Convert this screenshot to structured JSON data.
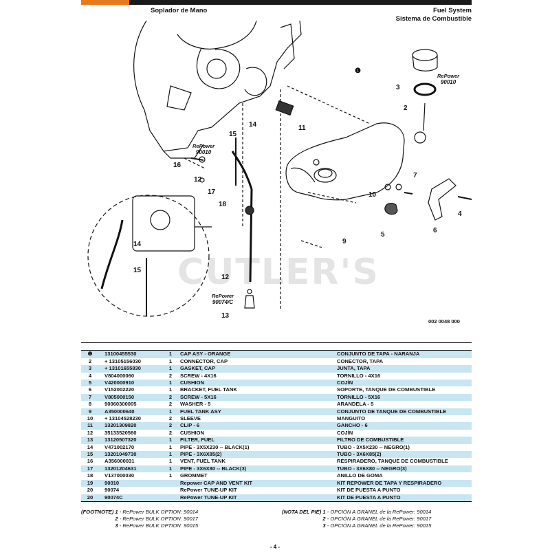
{
  "header": {
    "title_left": "Soplador de Mano",
    "title_right_line1": "Fuel System",
    "title_right_line2": "Sistema de Combustible"
  },
  "diagram": {
    "callouts": {
      "c1": "❶",
      "c2": "2",
      "c3": "3",
      "c4": "4",
      "c5": "5",
      "c6": "6",
      "c7": "7",
      "c9": "9",
      "c10": "10",
      "c11": "11",
      "c12a": "12",
      "c12b": "12",
      "c13": "13",
      "c14a": "14",
      "c14b": "14",
      "c15a": "15",
      "c15b": "15",
      "c16": "16",
      "c17": "17",
      "c18": "18"
    },
    "repower_labels": {
      "rp_brand": "RePower",
      "rp1": "90010",
      "rp2": "90010",
      "rp3": "90074/C"
    },
    "watermark": "CUTLER'S",
    "code": "002 0048 000"
  },
  "parts_table": {
    "rows": [
      {
        "ref": "❶",
        "part": "13100455530",
        "qty": "1",
        "en": "CAP ASY - ORANGE",
        "es": "CONJUNTO DE TAPA - NARANJA"
      },
      {
        "ref": "2",
        "part": "+ 13105156030",
        "qty": "1",
        "en": "CONNECTOR, CAP",
        "es": "CONECTOR, TAPA"
      },
      {
        "ref": "3",
        "part": "+ 13101655830",
        "qty": "1",
        "en": "GASKET, CAP",
        "es": "JUNTA, TAPA"
      },
      {
        "ref": "4",
        "part": "V804000060",
        "qty": "2",
        "en": "SCREW - 4X16",
        "es": "TORNILLO - 4X16"
      },
      {
        "ref": "5",
        "part": "V420000910",
        "qty": "1",
        "en": "CUSHION",
        "es": "COJÍN"
      },
      {
        "ref": "6",
        "part": "V152002220",
        "qty": "1",
        "en": "BRACKET, FUEL TANK",
        "es": "SOPORTE, TANQUE DE COMBUSTIBLE"
      },
      {
        "ref": "7",
        "part": "V805000150",
        "qty": "2",
        "en": "SCREW - 5X16",
        "es": "TORNILLO - 5X16"
      },
      {
        "ref": "8",
        "part": "90060300005",
        "qty": "2",
        "en": "WASHER - 5",
        "es": "ARANDELA - 5"
      },
      {
        "ref": "9",
        "part": "A350000640",
        "qty": "1",
        "en": "FUEL TANK ASY",
        "es": "CONJUNTO DE TANQUE DE COMBUSTIBLE"
      },
      {
        "ref": "10",
        "part": "+ 13104528230",
        "qty": "2",
        "en": "SLEEVE",
        "es": "MANGUITO"
      },
      {
        "ref": "11",
        "part": "13201309820",
        "qty": "2",
        "en": "CLIP - 6",
        "es": "GANCHO - 6"
      },
      {
        "ref": "12",
        "part": "35133520560",
        "qty": "2",
        "en": "CUSHION",
        "es": "COJÍN"
      },
      {
        "ref": "13",
        "part": "13120507320",
        "qty": "1",
        "en": "FILTER, FUEL",
        "es": "FILTRO DE COMBUSTIBLE"
      },
      {
        "ref": "14",
        "part": "V471002170",
        "qty": "1",
        "en": "PIPE - 3X5X230 -- BLACK(1)",
        "es": "TUBO - 3X5X230 -- NEGRO(1)"
      },
      {
        "ref": "15",
        "part": "13201049730",
        "qty": "1",
        "en": "PIPE - 3X6X85(2)",
        "es": "TUBO - 3X6X85(2)"
      },
      {
        "ref": "16",
        "part": "A356000031",
        "qty": "1",
        "en": "VENT, FUEL TANK",
        "es": "RESPIRADERO, TANQUE DE COMBUSTIBLE"
      },
      {
        "ref": "17",
        "part": "13201204631",
        "qty": "1",
        "en": "PIPE - 3X6X80 -- BLACK(3)",
        "es": "TUBO - 3X6X80 -- NEGRO(3)"
      },
      {
        "ref": "18",
        "part": "V137000030",
        "qty": "1",
        "en": "GROMMET",
        "es": "ANILLO DE GOMA"
      },
      {
        "ref": "19",
        "part": "90010",
        "qty": "",
        "en": "Repower CAP AND VENT KIT",
        "es": "KIT REPOWER DE TAPA Y RESPIRADERO"
      },
      {
        "ref": "20",
        "part": "90074",
        "qty": "",
        "en": "RePower TUNE-UP KIT",
        "es": "KIT DE PUESTA A PUNTO"
      },
      {
        "ref": "20",
        "part": "90074C",
        "qty": "",
        "en": "RePower TUNE-UP KIT",
        "es": "KIT DE PUESTA A PUNTO"
      }
    ]
  },
  "footnote": {
    "label_en": "(FOOTNOTE)",
    "en": [
      {
        "n": "1",
        "text": "- RePower BULK OPTION: 90014"
      },
      {
        "n": "2",
        "text": "- RePower BULK OPTION: 90017"
      },
      {
        "n": "3",
        "text": "- RePower BULK OPTION: 90015"
      }
    ],
    "label_es": "(NOTA DEL PIE)",
    "es": [
      {
        "n": "1",
        "text": "- OPCIÓN A GRANEL de la RePower: 90014"
      },
      {
        "n": "2",
        "text": "- OPCIÓN A GRANEL de la RePower: 90017"
      },
      {
        "n": "3",
        "text": "- OPCIÓN A GRANEL de la RePower: 90015"
      }
    ]
  },
  "page_number": "- 4 -"
}
